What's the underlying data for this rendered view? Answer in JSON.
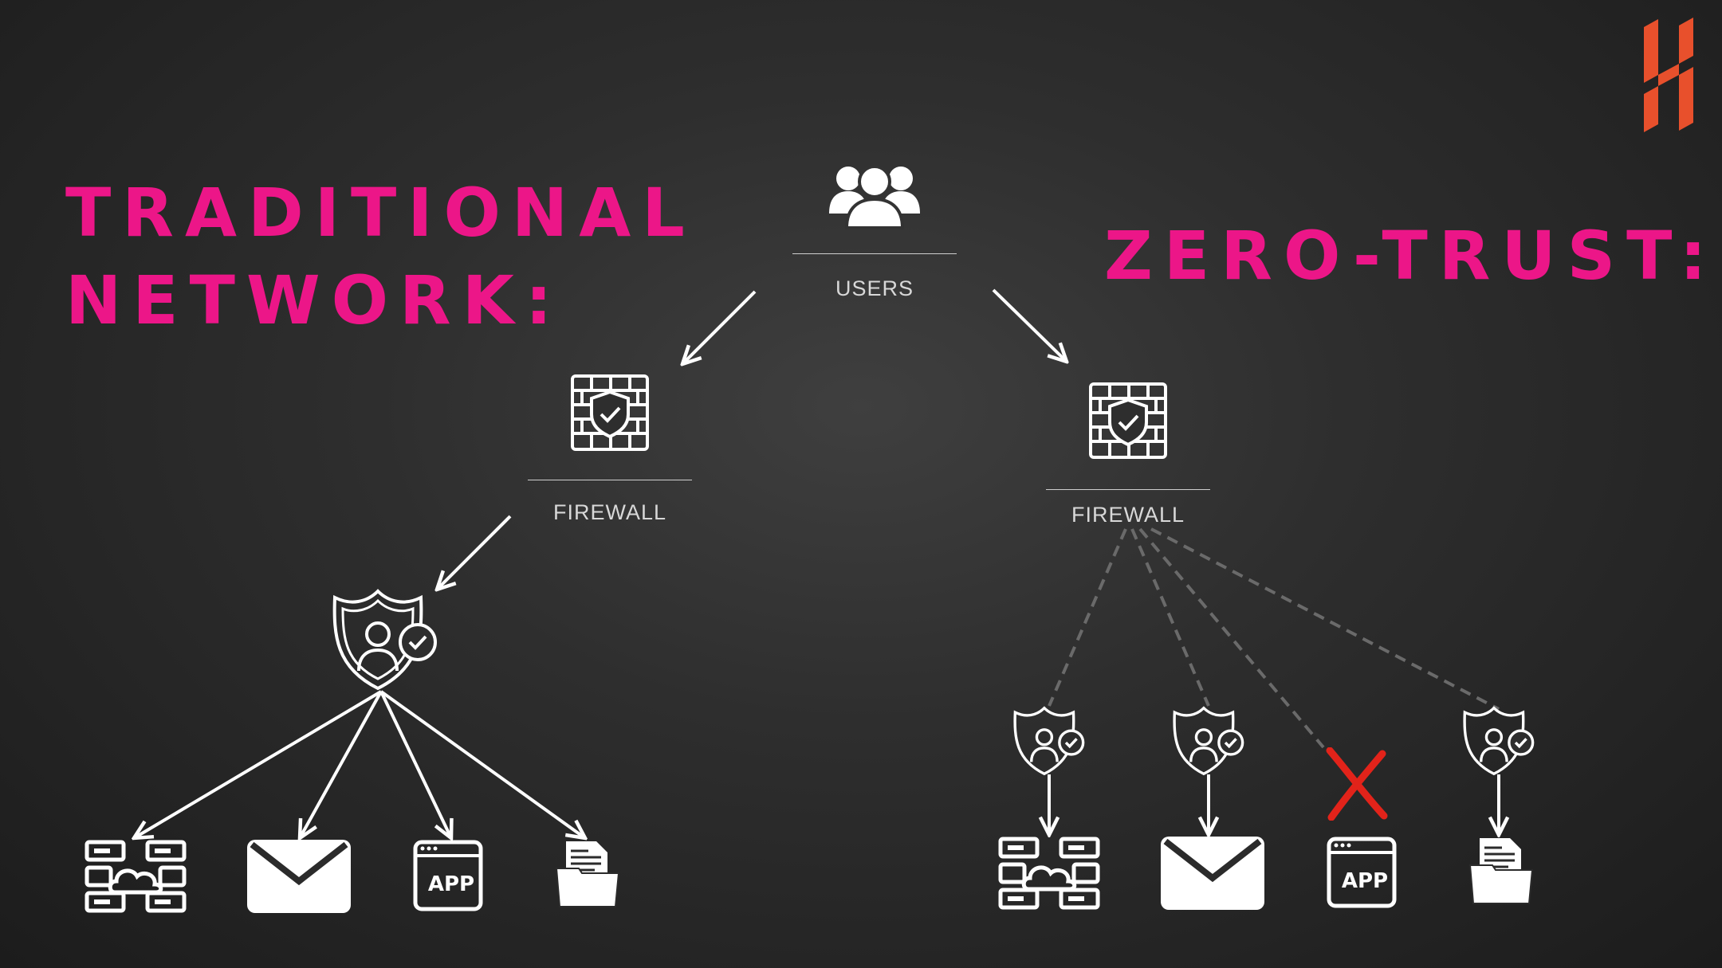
{
  "colors": {
    "heading": "#ec1688",
    "logo": "#e8502c",
    "line": "#ffffff",
    "dashed": "#6a6a6a",
    "cross": "#e2231a"
  },
  "traditional": {
    "heading_line1": "TRADITIONAL",
    "heading_line2": "NETWORK:"
  },
  "zero_trust": {
    "heading": "ZERO-TRUST:"
  },
  "users": {
    "label": "USERS",
    "icon": "users-icon"
  },
  "firewall_left": {
    "label": "FIREWALL",
    "icon": "firewall-icon"
  },
  "firewall_right": {
    "label": "FIREWALL",
    "icon": "firewall-icon"
  },
  "resources_left": {
    "items": [
      "cloud-server-icon",
      "mail-icon",
      "app-icon",
      "folder-icon"
    ],
    "app_text": "APP"
  },
  "resources_right": {
    "items": [
      "cloud-server-icon",
      "mail-icon",
      "app-icon",
      "folder-icon"
    ],
    "app_text": "APP",
    "blocked": [
      "app-icon"
    ]
  }
}
